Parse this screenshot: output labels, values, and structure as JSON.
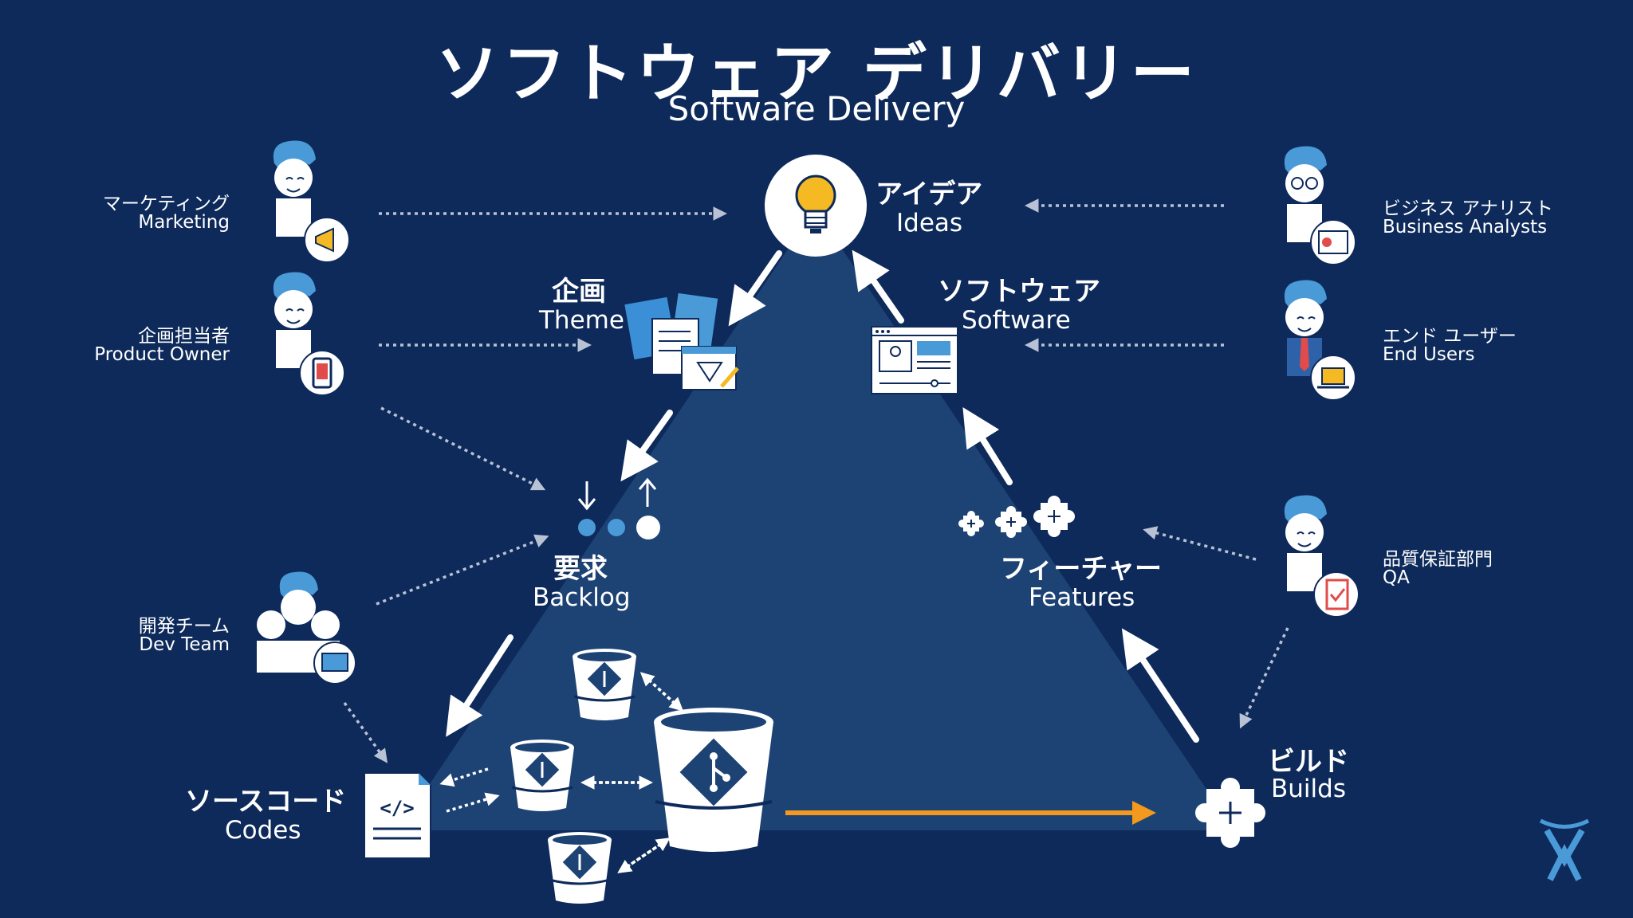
{
  "header": {
    "title_ja": "ソフトウェア デリバリー",
    "title_en": "Software Delivery"
  },
  "stages": {
    "ideas": {
      "ja": "アイデア",
      "en": "Ideas"
    },
    "theme": {
      "ja": "企画",
      "en": "Theme"
    },
    "software": {
      "ja": "ソフトウェア",
      "en": "Software"
    },
    "backlog": {
      "ja": "要求",
      "en": "Backlog"
    },
    "features": {
      "ja": "フィーチャー",
      "en": "Features"
    },
    "codes": {
      "ja": "ソースコード",
      "en": "Codes"
    },
    "builds": {
      "ja": "ビルド",
      "en": "Builds"
    }
  },
  "roles": {
    "marketing": {
      "ja": "マーケティング",
      "en": "Marketing"
    },
    "product_owner": {
      "ja": "企画担当者",
      "en": "Product Owner"
    },
    "dev_team": {
      "ja": "開発チーム",
      "en": "Dev Team"
    },
    "business_analysts": {
      "ja": "ビジネス アナリスト",
      "en": "Business Analysts"
    },
    "end_users": {
      "ja": "エンド ユーザー",
      "en": "End Users"
    },
    "qa": {
      "ja": "品質保証部門",
      "en": "QA"
    }
  },
  "icons": {
    "code": "</>"
  },
  "colors": {
    "background": "#0d2a5b",
    "triangle": "#1d4274",
    "accent_orange": "#f39a1e",
    "icon_blue": "#4a9ad8",
    "bulb_yellow": "#f5b923"
  }
}
